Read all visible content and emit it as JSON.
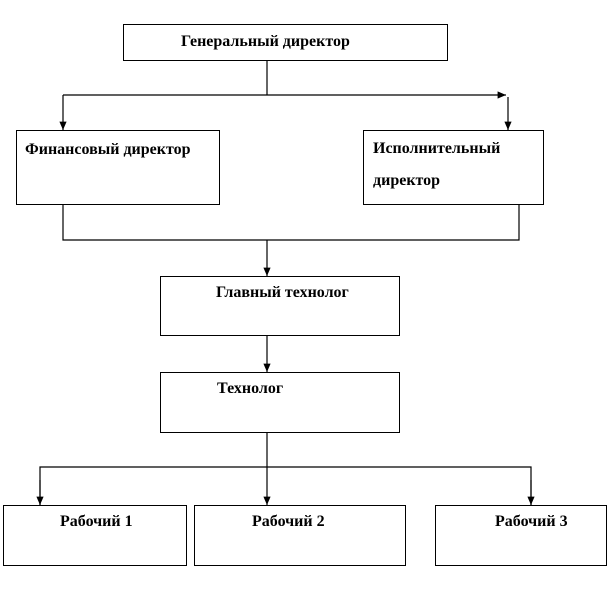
{
  "nodes": {
    "general": "Генеральный директор",
    "finance": "Финансовый директор",
    "exec_line1": "Исполнительный",
    "exec_line2": "директор",
    "chief_tech": "Главный технолог",
    "tech": "Технолог",
    "worker1": "Рабочий 1",
    "worker2": "Рабочий 2",
    "worker3": "Рабочий 3"
  }
}
